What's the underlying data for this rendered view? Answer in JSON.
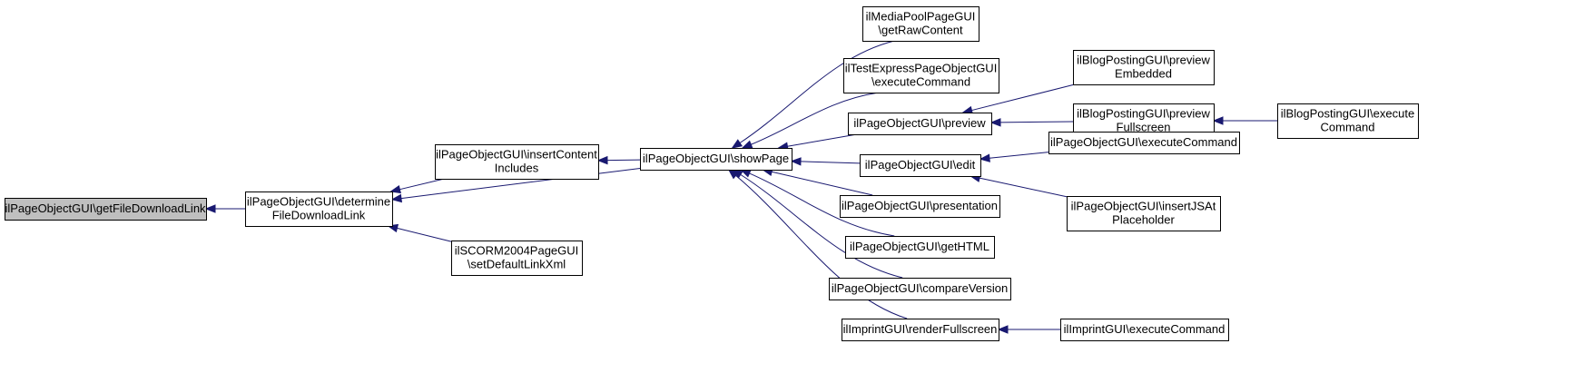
{
  "nodes": [
    {
      "id": "n0",
      "lines": [
        "ilPageObjectGUI\\getFileDownloadLink"
      ],
      "root": true,
      "edge_color": "#191970"
    },
    {
      "id": "n1",
      "lines": [
        "ilPageObjectGUI\\determine",
        "FileDownloadLink"
      ]
    },
    {
      "id": "n2",
      "lines": [
        "ilPageObjectGUI\\insertContent",
        "Includes"
      ]
    },
    {
      "id": "n3",
      "lines": [
        "ilSCORM2004PageGUI",
        "\\setDefaultLinkXml"
      ]
    },
    {
      "id": "n4",
      "lines": [
        "ilPageObjectGUI\\showPage"
      ]
    },
    {
      "id": "n5",
      "lines": [
        "ilMediaPoolPageGUI",
        "\\getRawContent"
      ]
    },
    {
      "id": "n6",
      "lines": [
        "ilTestExpressPageObjectGUI",
        "\\executeCommand"
      ]
    },
    {
      "id": "n7",
      "lines": [
        "ilPageObjectGUI\\preview"
      ]
    },
    {
      "id": "n8",
      "lines": [
        "ilPageObjectGUI\\edit"
      ]
    },
    {
      "id": "n9",
      "lines": [
        "ilPageObjectGUI\\presentation"
      ]
    },
    {
      "id": "n10",
      "lines": [
        "ilPageObjectGUI\\getHTML"
      ]
    },
    {
      "id": "n11",
      "lines": [
        "ilPageObjectGUI\\compareVersion"
      ]
    },
    {
      "id": "n12",
      "lines": [
        "ilImprintGUI\\renderFullscreen"
      ]
    },
    {
      "id": "n13",
      "lines": [
        "ilBlogPostingGUI\\preview",
        "Embedded"
      ]
    },
    {
      "id": "n14",
      "lines": [
        "ilBlogPostingGUI\\preview",
        "Fullscreen"
      ]
    },
    {
      "id": "n15",
      "lines": [
        "ilPageObjectGUI\\executeCommand"
      ]
    },
    {
      "id": "n16",
      "lines": [
        "ilPageObjectGUI\\insertJSAt",
        "Placeholder"
      ]
    },
    {
      "id": "n17",
      "lines": [
        "ilImprintGUI\\executeCommand"
      ]
    },
    {
      "id": "n18",
      "lines": [
        "ilBlogPostingGUI\\execute",
        "Command"
      ]
    }
  ],
  "edges": [
    {
      "from": "n1",
      "to": "n0"
    },
    {
      "from": "n2",
      "to": "n1"
    },
    {
      "from": "n3",
      "to": "n1"
    },
    {
      "from": "n4",
      "to": "n1"
    },
    {
      "from": "n4",
      "to": "n2"
    },
    {
      "from": "n5",
      "to": "n4"
    },
    {
      "from": "n6",
      "to": "n4"
    },
    {
      "from": "n7",
      "to": "n4"
    },
    {
      "from": "n8",
      "to": "n4"
    },
    {
      "from": "n9",
      "to": "n4"
    },
    {
      "from": "n10",
      "to": "n4"
    },
    {
      "from": "n11",
      "to": "n4"
    },
    {
      "from": "n12",
      "to": "n4"
    },
    {
      "from": "n13",
      "to": "n7"
    },
    {
      "from": "n14",
      "to": "n7"
    },
    {
      "from": "n15",
      "to": "n8"
    },
    {
      "from": "n16",
      "to": "n8"
    },
    {
      "from": "n17",
      "to": "n12"
    },
    {
      "from": "n18",
      "to": "n14"
    }
  ],
  "colors": {
    "edge": "#191970",
    "root_fill": "#bfbfbf",
    "node_fill": "#ffffff"
  }
}
